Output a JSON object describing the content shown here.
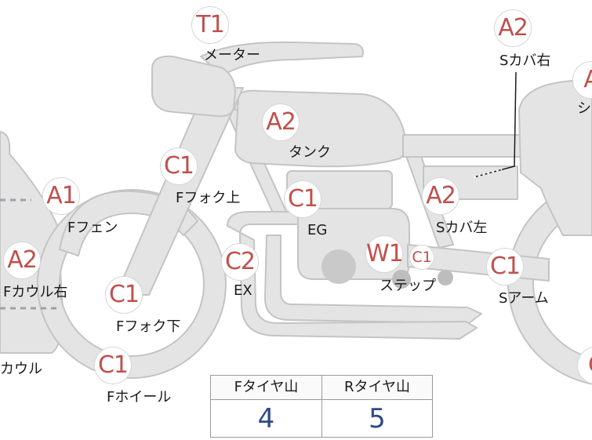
{
  "colors": {
    "part_fill": "#e4e4e4",
    "part_stroke": "#c4c4c4",
    "badge_text": "#c0504d",
    "value_text": "#2f4a8a"
  },
  "parts": [
    {
      "id": "meter",
      "grade": "T1",
      "label": "メーター"
    },
    {
      "id": "side-cover-r",
      "grade": "A2",
      "label": "Sカバ右"
    },
    {
      "id": "seat",
      "grade": "A",
      "label": "シ"
    },
    {
      "id": "tank",
      "grade": "A2",
      "label": "タンク"
    },
    {
      "id": "fork-upper",
      "grade": "C1",
      "label": "Fフォク上"
    },
    {
      "id": "f-fender",
      "grade": "A1",
      "label": "Fフェン"
    },
    {
      "id": "engine",
      "grade": "C1",
      "label": "EG"
    },
    {
      "id": "side-cover-l",
      "grade": "A2",
      "label": "Sカバ左"
    },
    {
      "id": "cowl-r",
      "grade": "A2",
      "label": "Fカウル右"
    },
    {
      "id": "exhaust",
      "grade": "C2",
      "label": "EX"
    },
    {
      "id": "step",
      "grade": "W1",
      "grade2": "C1",
      "label": "ステップ"
    },
    {
      "id": "swingarm",
      "grade": "C1",
      "label": "Sアーム"
    },
    {
      "id": "fork-lower",
      "grade": "C1",
      "label": "Fフォク下"
    },
    {
      "id": "cowl",
      "grade": "",
      "label": "カウル"
    },
    {
      "id": "f-wheel",
      "grade": "C1",
      "label": "Fホイール"
    },
    {
      "id": "r-wheel",
      "grade": "C",
      "label": ""
    }
  ],
  "tire_table": {
    "front_header": "Fタイヤ山",
    "rear_header": "Rタイヤ山",
    "front_value": "4",
    "rear_value": "5"
  }
}
